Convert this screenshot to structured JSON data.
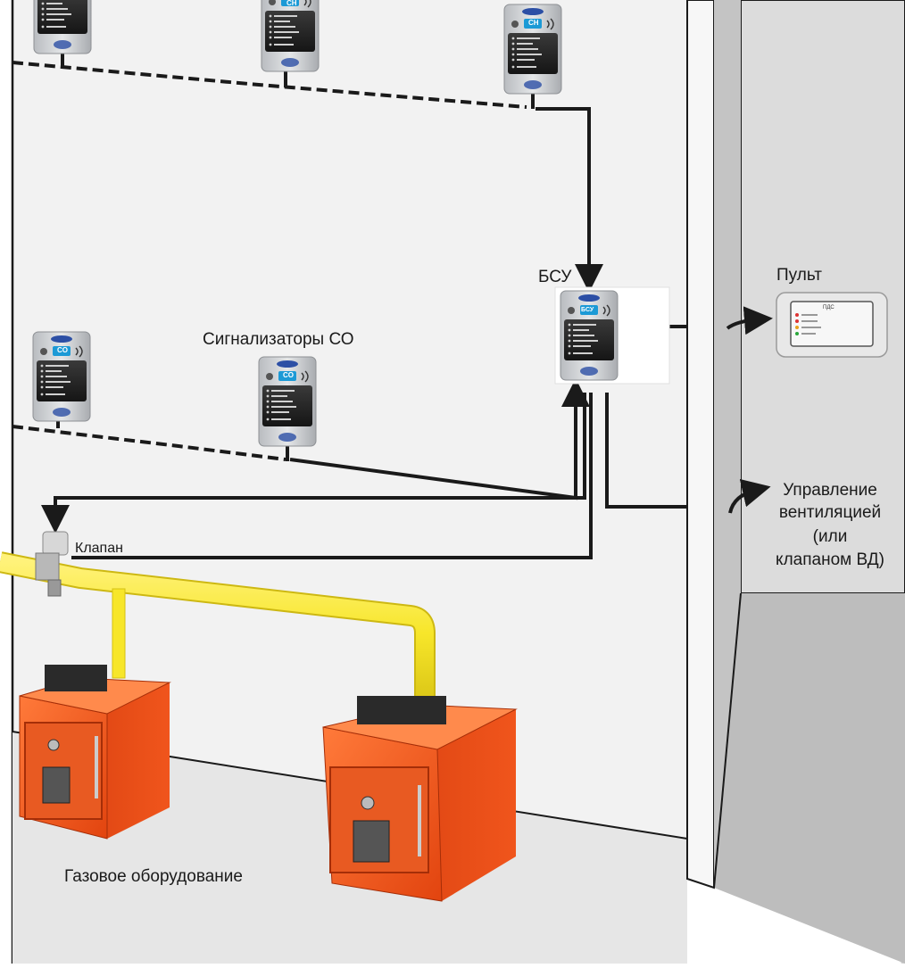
{
  "labels": {
    "bsu": "БСУ",
    "co_sensors": "Сигнализаторы СО",
    "pult": "Пульт",
    "valve": "Клапан",
    "gas_equipment": "Газовое оборудование",
    "ventilation_line1": "Управление",
    "ventilation_line2": "вентиляцией",
    "ventilation_line3": "(или",
    "ventilation_line4": "клапаном ВД)"
  },
  "devices": {
    "ch_badge": "CH",
    "co_badge": "CO",
    "bsu_badge": "БСУ",
    "pult_title": "ПДС"
  },
  "colors": {
    "wall": "#f2f2f2",
    "wall_side": "#cfcfcf",
    "floor": "#e9e9e9",
    "pipe": "#f7e62a",
    "boiler": "#f0551c",
    "wire": "#1a1a1a",
    "screen": "#1c9ad6"
  }
}
